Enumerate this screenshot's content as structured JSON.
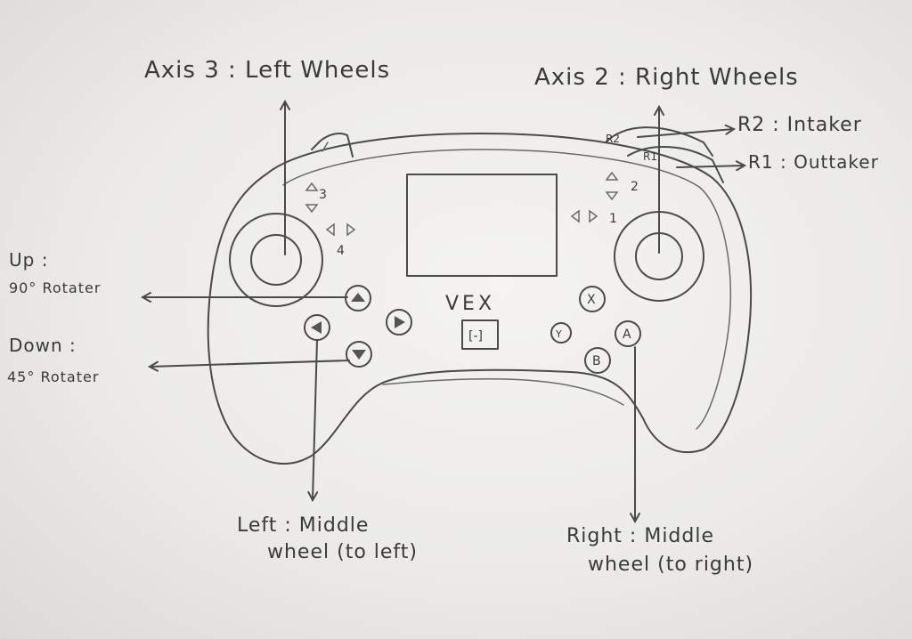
{
  "labels": {
    "axis3": "Axis 3 : Left Wheels",
    "axis2": "Axis 2 : Right Wheels",
    "r2": "R2 : Intaker",
    "r1": "R1 : Outtaker",
    "up_title": "Up :",
    "up_desc": "90° Rotater",
    "down_title": "Down :",
    "down_desc": "45° Rotater",
    "left_line1": "Left : Middle",
    "left_line2": "wheel (to left)",
    "right_line1": "Right : Middle",
    "right_line2": "wheel (to right)"
  },
  "controller": {
    "brand": "VEX",
    "power_symbol": "[-]",
    "button_x": "X",
    "button_y": "Y",
    "button_a": "A",
    "button_b": "B",
    "axis_1": "1",
    "axis_2": "2",
    "axis_3": "3",
    "axis_4": "4",
    "r1_tag": "R1",
    "r2_tag": "R2"
  }
}
